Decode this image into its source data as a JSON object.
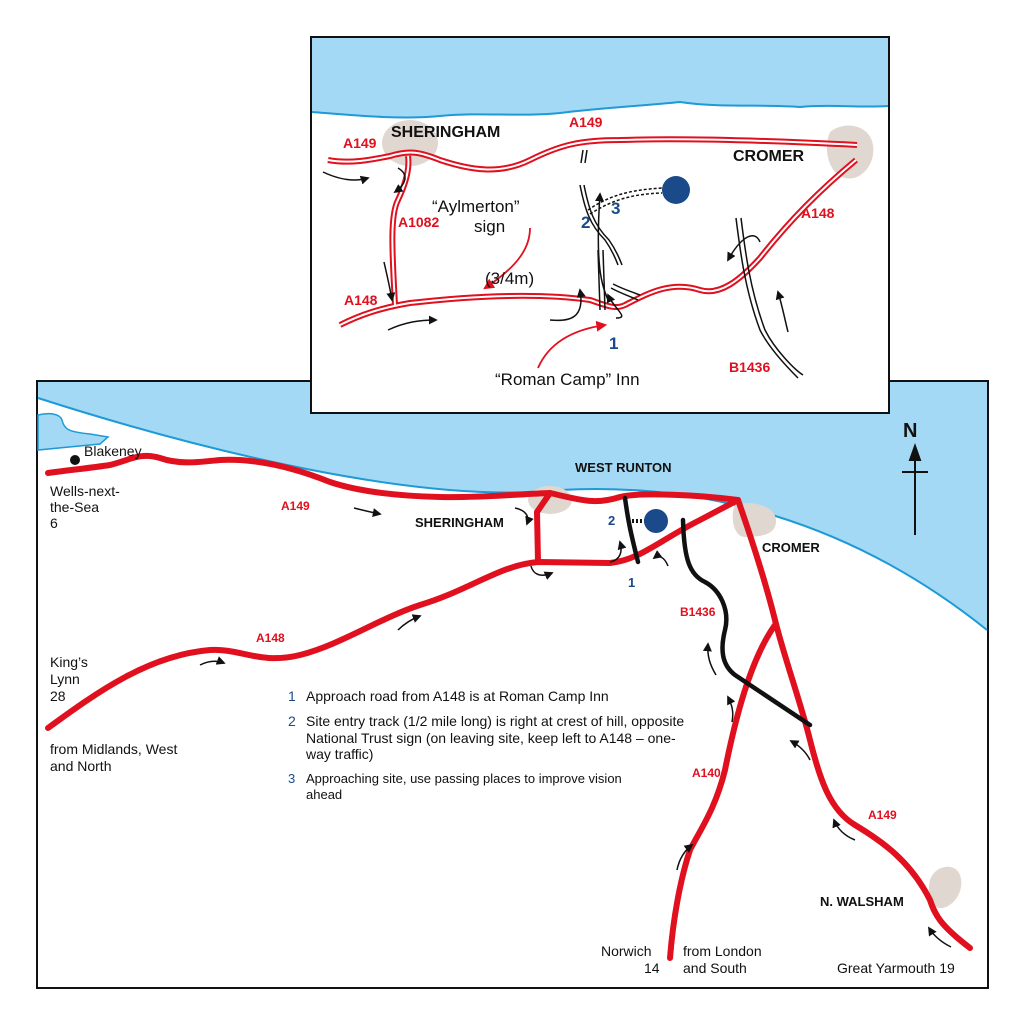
{
  "colors": {
    "sea": "#a3d9f5",
    "coastline": "#1e9ad6",
    "road_red": "#e0101e",
    "minor_road": "#111111",
    "town_area": "#e0d8d0",
    "site_marker": "#1a4a8a",
    "number_blue": "#1a4a8a"
  },
  "inset_map": {
    "towns": {
      "sheringham": "SHERINGHAM",
      "cromer": "CROMER"
    },
    "roads": {
      "a149_left": "A149",
      "a149_top": "A149",
      "a1082": "A1082",
      "a148_left": "A148",
      "a148_right": "A148",
      "b1436": "B1436"
    },
    "labels": {
      "aylmerton_line1": "“Aylmerton”",
      "aylmerton_line2": "sign",
      "distance": "(3/4m)",
      "roman_camp": "“Roman Camp” Inn"
    },
    "markers": {
      "n1": "1",
      "n2": "2",
      "n3": "3"
    }
  },
  "main_map": {
    "places": {
      "blakeney": "Blakeney",
      "wells_line1": "Wells-next-",
      "wells_line2": "the-Sea",
      "wells_distance": "6",
      "west_runton": "WEST RUNTON",
      "sheringham": "SHERINGHAM",
      "cromer": "CROMER",
      "kings_lynn_line1": "King’s",
      "kings_lynn_line2": "Lynn",
      "kings_lynn_distance": "28",
      "midlands_line1": "from Midlands, West",
      "midlands_line2": "and North",
      "norwich": "Norwich",
      "norwich_distance": "14",
      "london_line1": "from London",
      "london_line2": "and South",
      "n_walsham": "N. WALSHAM",
      "great_yarmouth": "Great Yarmouth 19"
    },
    "roads": {
      "a149_west": "A149",
      "a148": "A148",
      "b1436": "B1436",
      "a140": "A140",
      "a149_south": "A149"
    },
    "markers": {
      "n1": "1",
      "n2": "2"
    },
    "north_label": "N"
  },
  "notes": [
    {
      "num": "1",
      "text": "Approach road from A148 is at Roman Camp Inn"
    },
    {
      "num": "2",
      "text": "Site entry track (1/2 mile long) is right at crest of hill, opposite National Trust sign (on leaving site, keep left to A148 – one-way traffic)"
    },
    {
      "num": "3",
      "text": "Approaching site, use passing places to improve vision ahead"
    }
  ]
}
